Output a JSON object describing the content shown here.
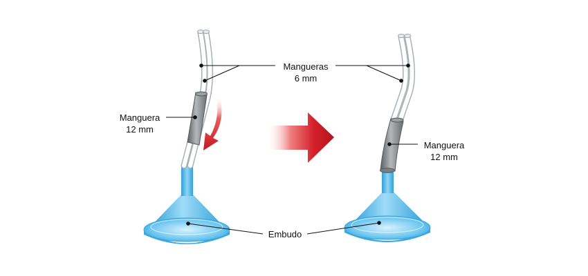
{
  "labels": {
    "hoses_small_line1": "Mangueras",
    "hoses_small_line2": "6 mm",
    "hose_large_line1": "Manguera",
    "hose_large_line2": "12 mm",
    "funnel": "Embudo"
  },
  "colors": {
    "arrow": "#d4202a",
    "tube_outline": "#9aa3a8",
    "sleeve_gray": "#8a8d90",
    "funnel_blue": "#4fb8ea",
    "leader_line": "#111111"
  }
}
